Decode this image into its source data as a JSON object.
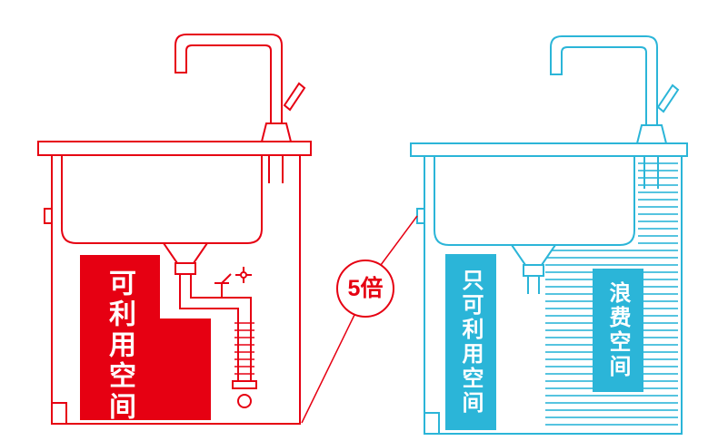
{
  "colors": {
    "red": "#e60012",
    "cyan": "#2bb5d8"
  },
  "left_diagram": {
    "usable_space_label": "可利用空间"
  },
  "right_diagram": {
    "usable_space_label": "只可利用空间",
    "wasted_space_label": "浪费空间"
  },
  "callout": {
    "label": "5倍"
  }
}
